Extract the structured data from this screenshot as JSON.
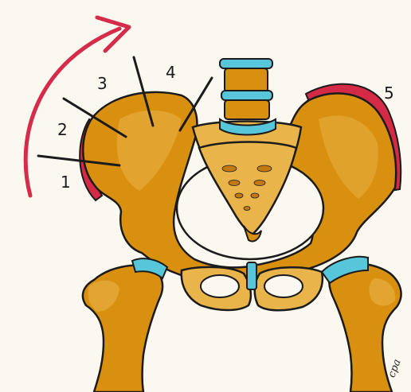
{
  "figure": {
    "labels": [
      {
        "id": "1",
        "text": "1"
      },
      {
        "id": "2",
        "text": "2"
      },
      {
        "id": "3",
        "text": "3"
      },
      {
        "id": "4",
        "text": "4"
      },
      {
        "id": "5",
        "text": "5"
      }
    ],
    "signature": "cpa",
    "colors": {
      "bone": "#d9900f",
      "bone_light": "#e9b44a",
      "bone_dark": "#a8650a",
      "cartilage": "#58c6da",
      "highlight_red": "#d42a45",
      "arrow": "#d52c4b",
      "outline": "#1b1b1b",
      "background": "#fbf8ef"
    }
  }
}
